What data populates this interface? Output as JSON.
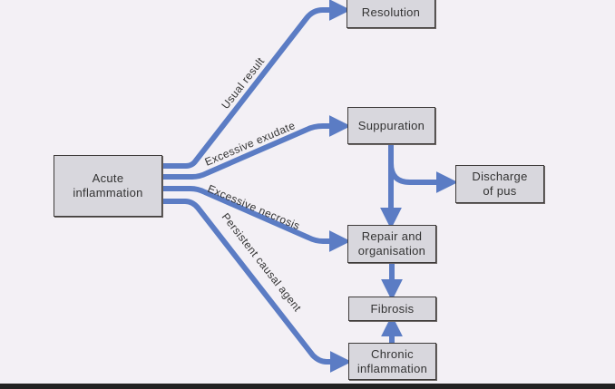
{
  "diagram": {
    "colors": {
      "arrow": "#5b7cc4",
      "box_fill": "#d8d7dd",
      "box_border": "#3e3b3a",
      "background": "#f3f0f5",
      "text": "#333333"
    },
    "nodes": {
      "acute": "Acute\ninflammation",
      "resolution": "Resolution",
      "suppuration": "Suppuration",
      "discharge": "Discharge\nof pus",
      "repair": "Repair and\norganisation",
      "fibrosis": "Fibrosis",
      "chronic": "Chronic\ninflammation"
    },
    "edge_labels": {
      "usual": "Usual result",
      "exudate": "Excessive exudate",
      "necrosis": "Excessive necrosis",
      "persistent": "Persistent causal agent"
    },
    "edges": [
      {
        "from": "acute",
        "to": "resolution",
        "label": "Usual result"
      },
      {
        "from": "acute",
        "to": "suppuration",
        "label": "Excessive exudate"
      },
      {
        "from": "acute",
        "to": "repair",
        "label": "Excessive necrosis"
      },
      {
        "from": "acute",
        "to": "chronic",
        "label": "Persistent causal agent"
      },
      {
        "from": "suppuration",
        "to": "discharge",
        "label": ""
      },
      {
        "from": "suppuration",
        "to": "repair",
        "label": ""
      },
      {
        "from": "repair",
        "to": "fibrosis",
        "label": ""
      },
      {
        "from": "chronic",
        "to": "fibrosis",
        "label": ""
      }
    ]
  }
}
